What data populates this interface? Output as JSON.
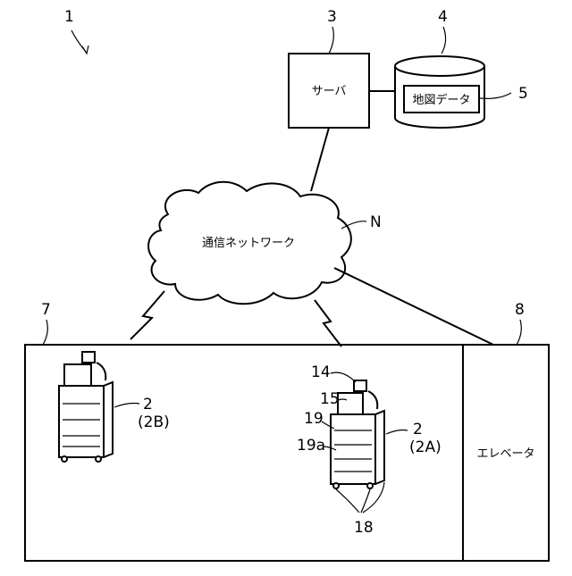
{
  "figure": {
    "system_ref": "1",
    "server": {
      "ref": "3",
      "label": "サーバ"
    },
    "database": {
      "ref": "4"
    },
    "map_data": {
      "ref": "5",
      "label": "地図データ"
    },
    "network": {
      "ref": "N",
      "label": "通信ネットワーク"
    },
    "facility": {
      "ref": "7"
    },
    "elevator": {
      "ref": "8",
      "label": "エレベータ"
    },
    "robot_a": {
      "ref": "2",
      "sub_ref": "(2A)"
    },
    "robot_b": {
      "ref": "2",
      "sub_ref": "(2B)"
    },
    "parts": {
      "sensor": "14",
      "display": "15",
      "body": "19",
      "shelf": "19a",
      "wheels": "18"
    }
  }
}
